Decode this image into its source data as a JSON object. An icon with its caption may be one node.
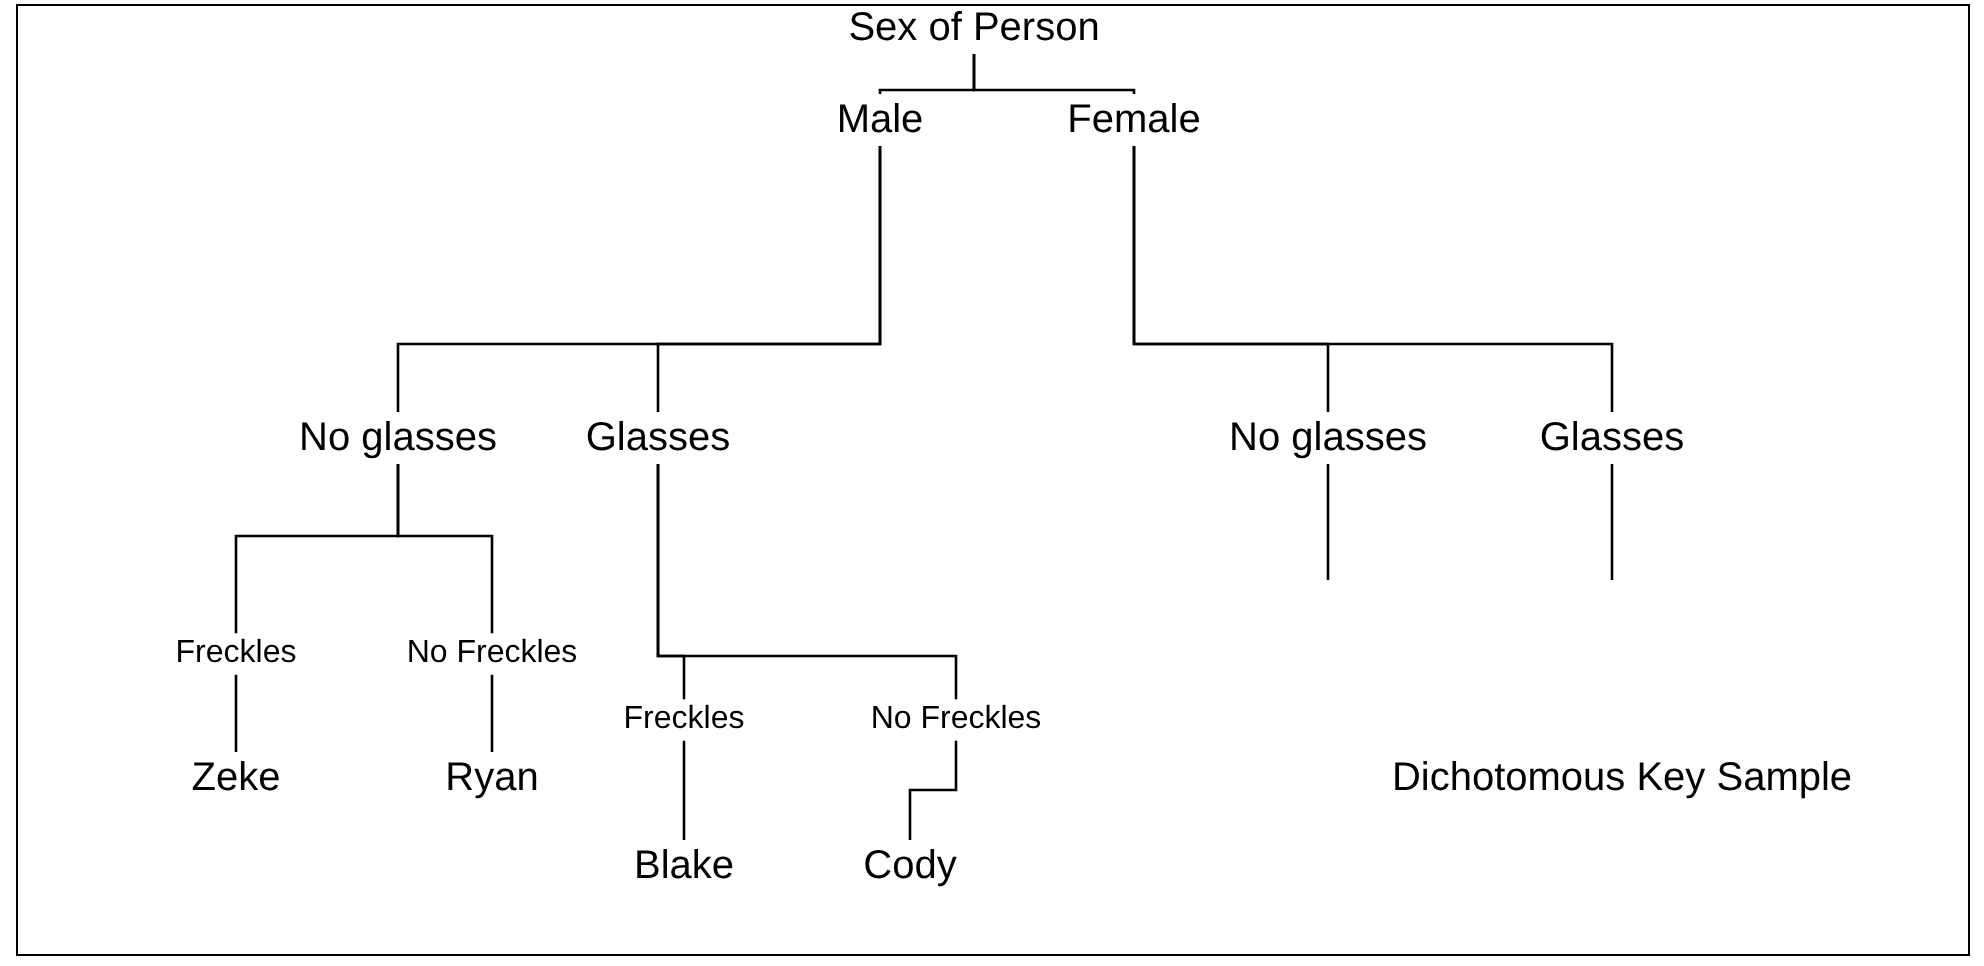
{
  "diagram": {
    "nodes": [
      {
        "text": [
          "Sex of Person"
        ]
      },
      {
        "text": [
          "Male"
        ]
      },
      {
        "text": [
          "Female"
        ]
      },
      {
        "text": [
          "No glasses"
        ]
      },
      {
        "text": [
          "Glasses"
        ]
      },
      {
        "text": [
          "No glasses"
        ]
      },
      {
        "text": [
          "Glasses"
        ]
      },
      {
        "text": [
          "Freckles"
        ]
      },
      {
        "text": [
          "No Freckles"
        ]
      },
      {
        "text": [
          "Freckles"
        ]
      },
      {
        "text": [
          "No Freckles"
        ]
      },
      {
        "text": [
          "Zeke"
        ]
      },
      {
        "text": [
          "Ryan"
        ]
      },
      {
        "text": [
          "Blake"
        ]
      },
      {
        "text": [
          "Cody"
        ]
      }
    ],
    "edges": [
      {
        "from": 0,
        "to": 1,
        "arrow": "none"
      },
      {
        "from": 0,
        "to": 2,
        "arrow": "none"
      },
      {
        "from": 1,
        "to": 3,
        "arrow": "none"
      },
      {
        "from": 1,
        "to": 4,
        "arrow": "none"
      },
      {
        "from": 2,
        "to": 5,
        "arrow": "none"
      },
      {
        "from": 2,
        "to": 6,
        "arrow": "none"
      },
      {
        "from": 5,
        "to": null,
        "arrow": "none"
      },
      {
        "from": 6,
        "to": null,
        "arrow": "none"
      },
      {
        "from": 3,
        "to": 7,
        "arrow": "none"
      },
      {
        "from": 3,
        "to": 8,
        "arrow": "none"
      },
      {
        "from": 7,
        "to": 11,
        "arrow": "none"
      },
      {
        "from": 8,
        "to": 12,
        "arrow": "none"
      },
      {
        "from": 4,
        "to": 9,
        "arrow": "none"
      },
      {
        "from": 4,
        "to": 10,
        "arrow": "none"
      },
      {
        "from": 9,
        "to": 13,
        "arrow": "none"
      },
      {
        "from": 10,
        "to": 14,
        "arrow": "none"
      }
    ],
    "labels": [
      "Dichotomous Key Sample"
    ]
  }
}
